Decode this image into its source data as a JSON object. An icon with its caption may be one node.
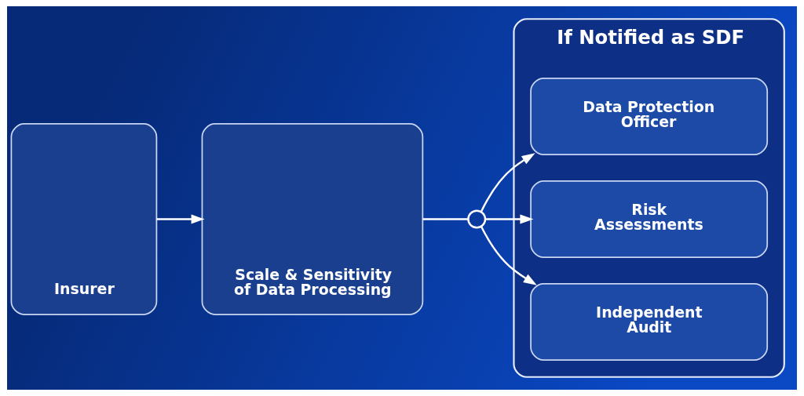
{
  "diagram": {
    "nodes": [
      {
        "text": [
          "Insurer"
        ]
      },
      {
        "text": [
          "Scale & Sensitivity of Data Processing"
        ]
      },
      {
        "text": [],
        "shape": "circle"
      },
      {
        "text": [
          "If Notified as SDF"
        ]
      },
      {
        "text": [
          "Data Protection Officer"
        ],
        "in": 3
      },
      {
        "text": [
          "Risk Assessments"
        ],
        "in": 3
      },
      {
        "text": [
          "Independent Audit"
        ],
        "in": 3
      }
    ],
    "edges": [
      {
        "from": 0,
        "to": 1,
        "arrow": "to"
      },
      {
        "from": 1,
        "to": 2,
        "arrow": "none"
      },
      {
        "from": 2,
        "to": 4,
        "arrow": "to"
      },
      {
        "from": 2,
        "to": 5,
        "arrow": "to"
      },
      {
        "from": 2,
        "to": 6,
        "arrow": "to"
      }
    ]
  }
}
